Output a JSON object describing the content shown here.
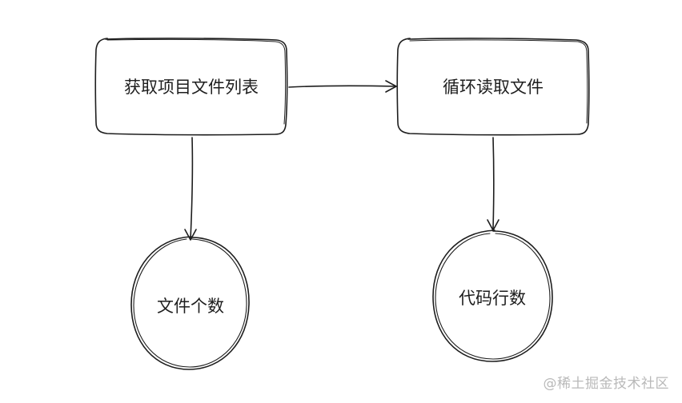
{
  "diagram": {
    "nodes": {
      "get_file_list": "获取项目文件列表",
      "loop_read_files": "循环读取文件",
      "file_count": "文件个数",
      "code_line_count": "代码行数"
    },
    "edges": [
      {
        "from": "get_file_list",
        "to": "loop_read_files"
      },
      {
        "from": "get_file_list",
        "to": "file_count"
      },
      {
        "from": "loop_read_files",
        "to": "code_line_count"
      }
    ],
    "style": {
      "stroke_color": "#1e1e1e",
      "background": "#ffffff",
      "watermark_color": "#b9b9b9"
    }
  },
  "watermark": {
    "text": "@稀土掘金技术社区"
  }
}
